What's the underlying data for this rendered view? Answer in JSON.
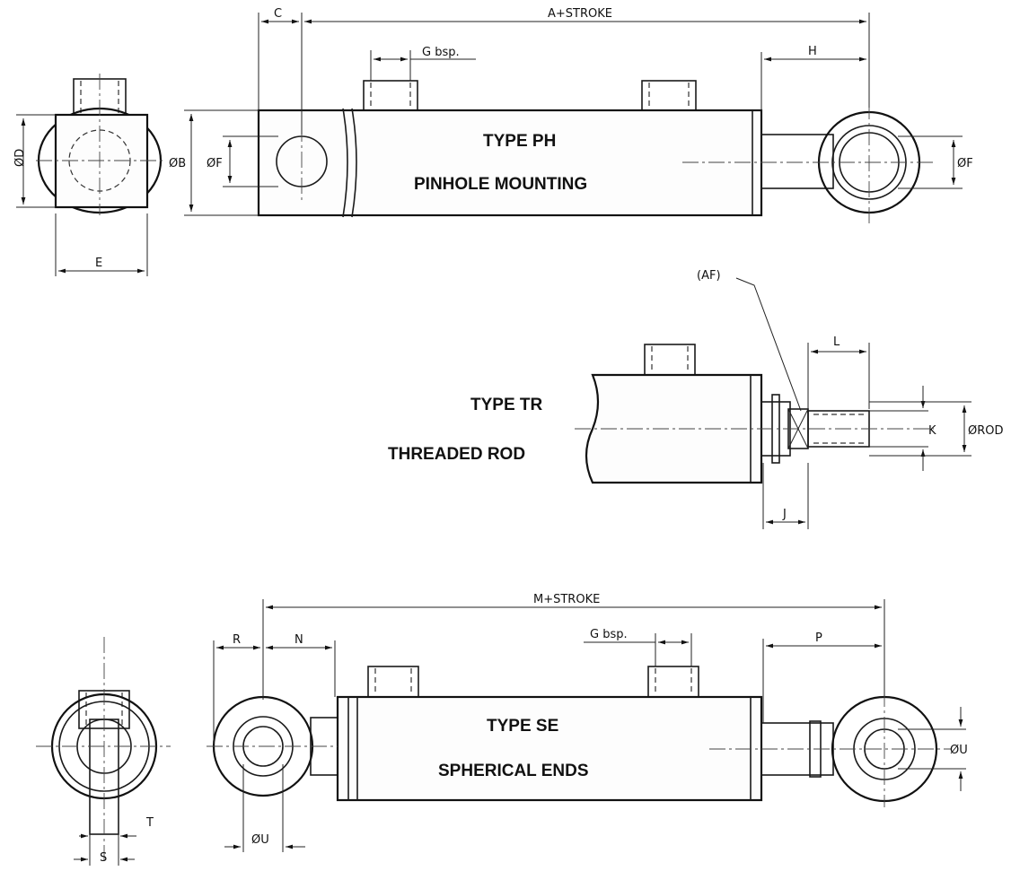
{
  "type_ph": {
    "title": "TYPE PH",
    "subtitle": "PINHOLE MOUNTING",
    "dims": {
      "c": "C",
      "a_stroke": "A+STROKE",
      "g_bsp": "G bsp.",
      "h": "H",
      "d": "ØD",
      "b": "ØB",
      "f_left": "ØF",
      "f_right": "ØF",
      "e": "E"
    }
  },
  "type_tr": {
    "title": "TYPE TR",
    "subtitle": "THREADED ROD",
    "dims": {
      "af": "(AF)",
      "l": "L",
      "k": "K",
      "rod": "ØROD",
      "j": "J"
    }
  },
  "type_se": {
    "title": "TYPE SE",
    "subtitle": "SPHERICAL ENDS",
    "dims": {
      "m_stroke": "M+STROKE",
      "r": "R",
      "n": "N",
      "g_bsp": "G bsp.",
      "p": "P",
      "u_right": "ØU",
      "u_bottom": "ØU",
      "s": "S",
      "t": "T"
    }
  }
}
